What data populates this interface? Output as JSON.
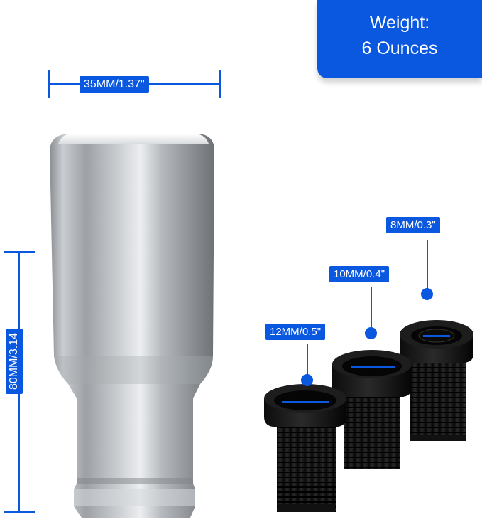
{
  "weight": {
    "line1": "Weight:",
    "line2": "6 Ounces"
  },
  "dimensions": {
    "width_label": "35MM/1.37\"",
    "height_label": "80MM/3.14"
  },
  "adapters": {
    "small": "8MM/0.3\"",
    "medium": "10MM/0.4\"",
    "large": "12MM/0.5\""
  },
  "colors": {
    "accent": "#0a57e0"
  }
}
